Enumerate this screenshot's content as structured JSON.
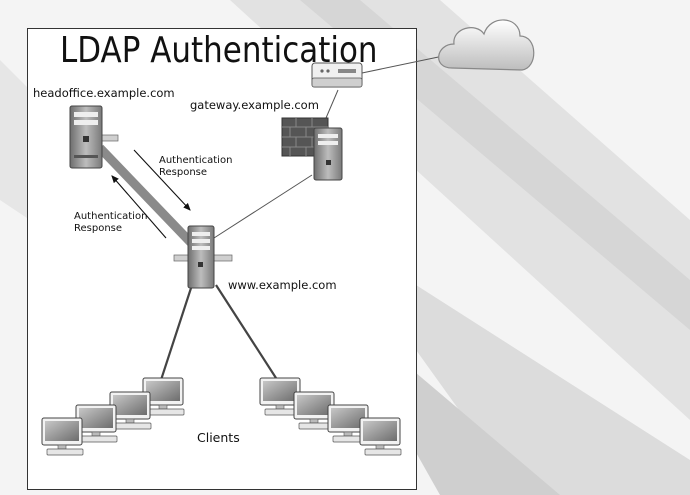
{
  "diagram": {
    "title": "LDAP Authentication",
    "nodes": {
      "headoffice": "headoffice.example.com",
      "gateway": "gateway.example.com",
      "www": "www.example.com",
      "clients": "Clients"
    },
    "edge_labels": {
      "upper": {
        "line1": "Authentication",
        "line2": "Response"
      },
      "lower": {
        "line1": "Authentication",
        "line2": "Response"
      }
    },
    "colors": {
      "panel_border": "#333333",
      "link": "#555555",
      "trunk": "#8a8a8a",
      "tower": "#9a9a9a",
      "screen": "#7f7f7f"
    }
  }
}
